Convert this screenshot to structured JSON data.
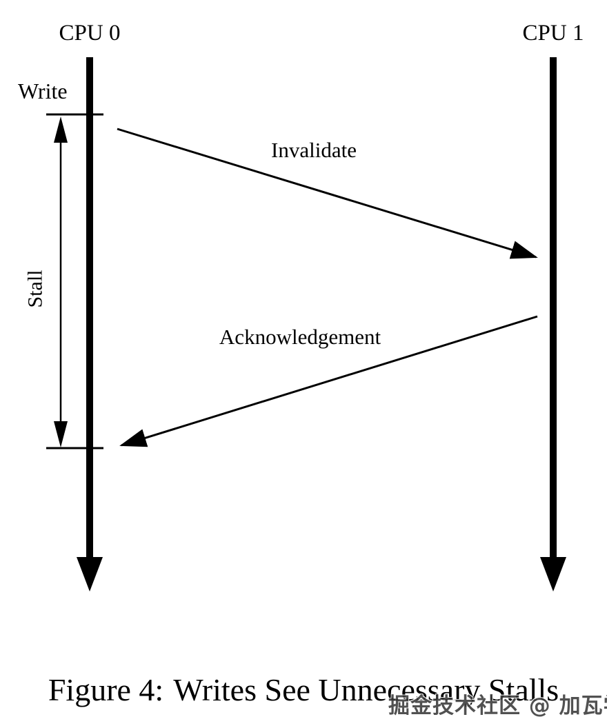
{
  "diagram": {
    "cpu0_label": "CPU 0",
    "cpu1_label": "CPU 1",
    "write_label": "Write",
    "stall_label": "Stall",
    "invalidate_label": "Invalidate",
    "ack_label": "Acknowledgement"
  },
  "caption": {
    "prefix": "Figure 4:",
    "title": "Writes See Unnecessary Stalls"
  },
  "watermark": {
    "text": "掘金技术社区 @ 加瓦学徒"
  },
  "colors": {
    "ink": "#000000",
    "background": "#ffffff",
    "watermark_fill": "#3a3a3a",
    "watermark_outline": "#ffffff"
  }
}
